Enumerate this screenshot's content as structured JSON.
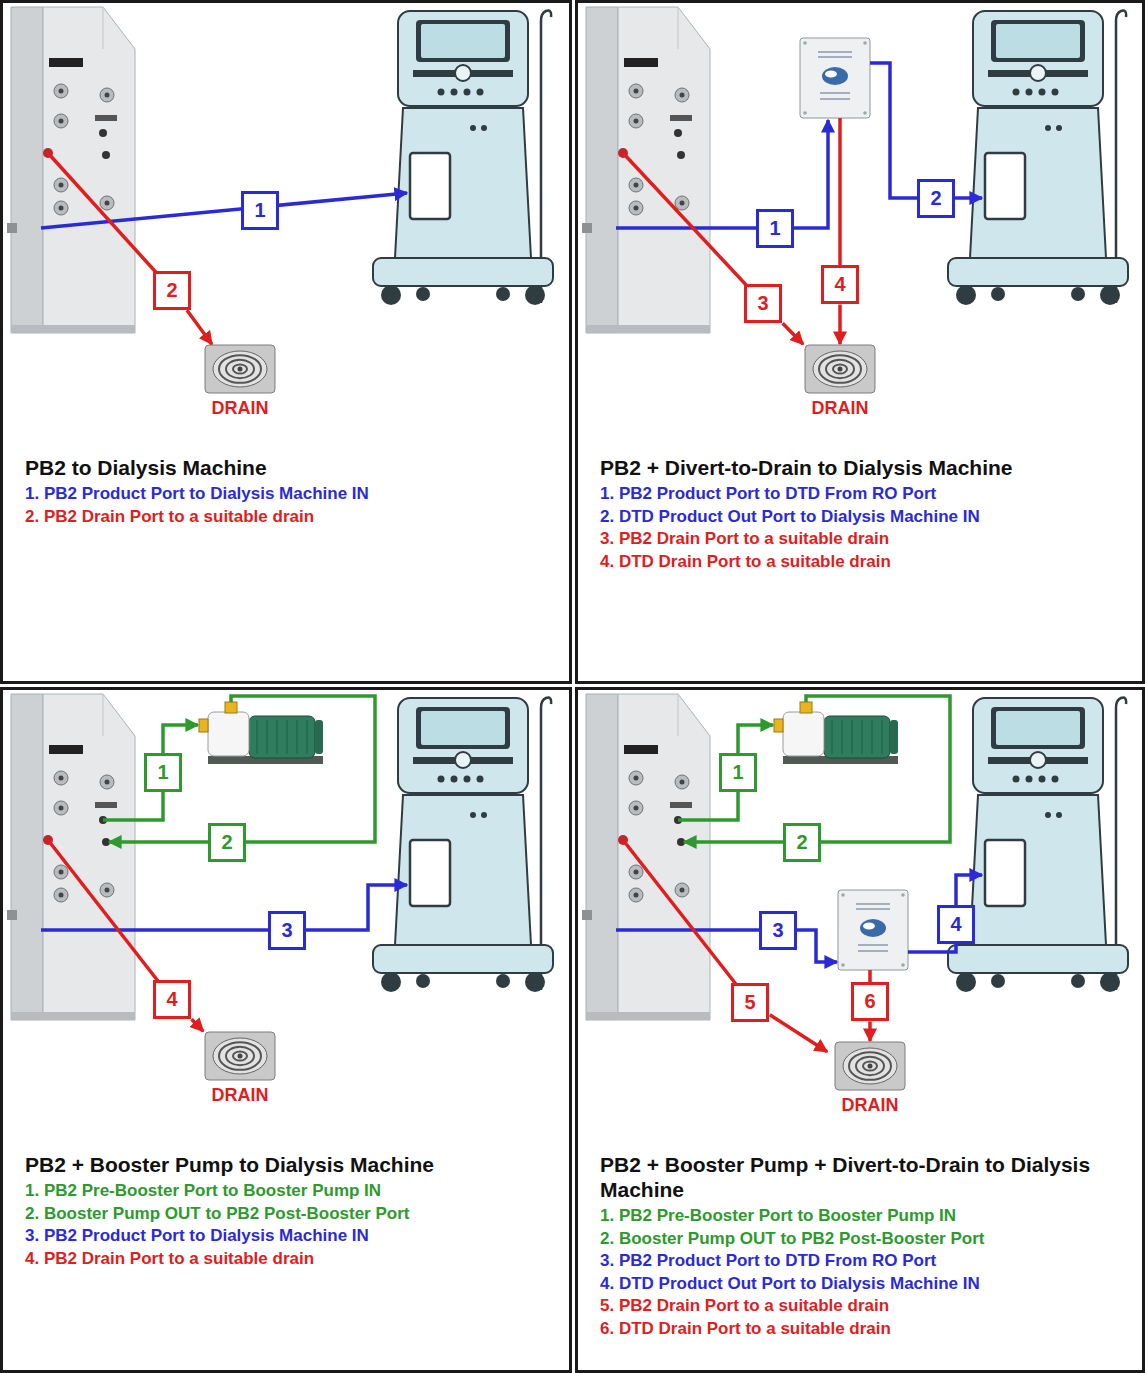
{
  "diagram": {
    "nodes": [
      {
        "text": [
          "PB2 to Dialysis Machine",
          "1. PB2 Product Port to Dialysis Machine IN",
          "2. PB2 Drain Port to a suitable drain"
        ]
      },
      {
        "text": [
          "1"
        ],
        "in": 0
      },
      {
        "text": [
          "2"
        ],
        "in": 0
      },
      {
        "text": [
          "DRAIN"
        ],
        "in": 0
      },
      {
        "text": [
          "PB2 + Divert-to-Drain to Dialysis Machine",
          "1. PB2 Product Port to DTD From RO Port",
          "2. DTD Product Out Port to Dialysis Machine IN",
          "3. PB2 Drain Port to a suitable drain",
          "4. DTD Drain Port to a suitable drain"
        ]
      },
      {
        "text": [
          "1"
        ],
        "in": 4
      },
      {
        "text": [
          "2"
        ],
        "in": 4
      },
      {
        "text": [
          "3"
        ],
        "in": 4
      },
      {
        "text": [
          "4"
        ],
        "in": 4
      },
      {
        "text": [
          "DRAIN"
        ],
        "in": 4
      },
      {
        "text": [
          "PB2 + Booster Pump to Dialysis Machine",
          "1. PB2 Pre-Booster Port to Booster Pump IN",
          "2. Booster Pump OUT to PB2 Post-Booster Port",
          "3. PB2 Product Port to Dialysis Machine IN",
          "4. PB2 Drain Port to a suitable drain"
        ]
      },
      {
        "text": [
          "1"
        ],
        "in": 10
      },
      {
        "text": [
          "2"
        ],
        "in": 10
      },
      {
        "text": [
          "3"
        ],
        "in": 10
      },
      {
        "text": [
          "4"
        ],
        "in": 10
      },
      {
        "text": [
          "DRAIN"
        ],
        "in": 10
      },
      {
        "text": [
          "PB2 + Booster Pump + Divert-to-Drain to Dialysis Machine",
          "1. PB2 Pre-Booster Port to Booster Pump IN",
          "2. Booster Pump OUT to PB2 Post-Booster Port",
          "3. PB2 Product Port to DTD From RO Port",
          "4. DTD Product Out Port to Dialysis Machine IN",
          "5. PB2 Drain Port to a suitable drain",
          "6. DTD Drain Port to a suitable drain"
        ]
      },
      {
        "text": [
          "1"
        ],
        "in": 16
      },
      {
        "text": [
          "2"
        ],
        "in": 16
      },
      {
        "text": [
          "3"
        ],
        "in": 16
      },
      {
        "text": [
          "4"
        ],
        "in": 16
      },
      {
        "text": [
          "5"
        ],
        "in": 16
      },
      {
        "text": [
          "6"
        ],
        "in": 16
      },
      {
        "text": [
          "DRAIN"
        ],
        "in": 16
      }
    ],
    "edges": [
      {
        "from": 2,
        "to": 3,
        "arrow": "to"
      },
      {
        "from": 7,
        "to": 9,
        "arrow": "to"
      },
      {
        "from": 8,
        "to": 9,
        "arrow": "to"
      },
      {
        "from": 14,
        "to": 15,
        "arrow": "to"
      },
      {
        "from": 21,
        "to": 23,
        "arrow": "to"
      },
      {
        "from": 22,
        "to": 23,
        "arrow": "to"
      }
    ]
  }
}
